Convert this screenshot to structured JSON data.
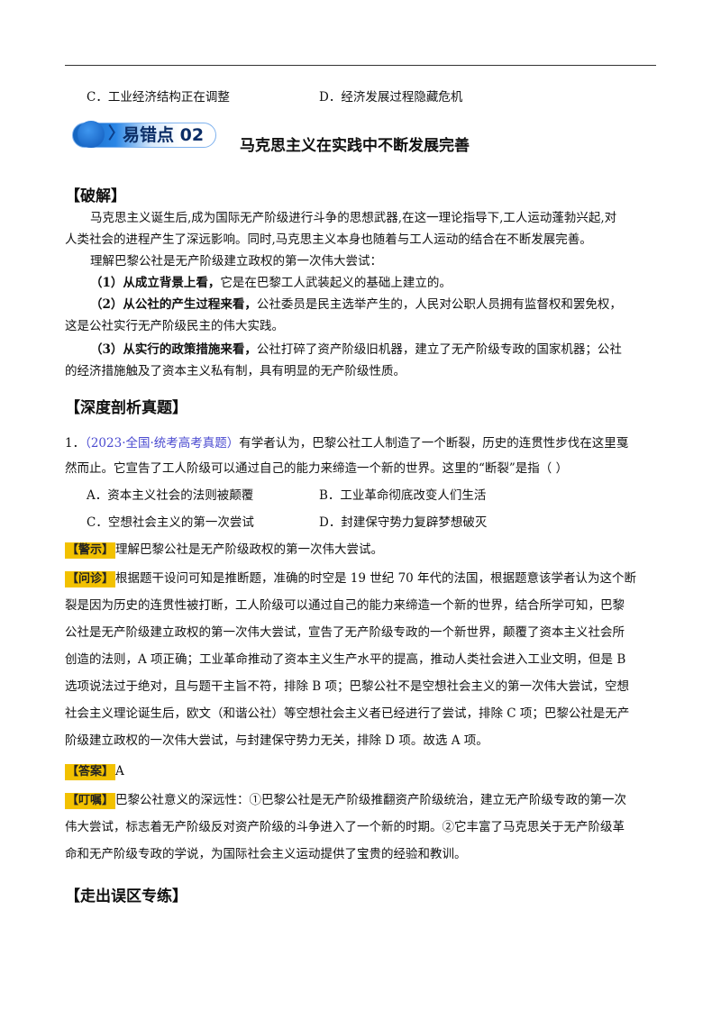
{
  "prev_options": {
    "c": "C．工业经济结构正在调整",
    "d": "D．经济发展过程隐藏危机"
  },
  "banner": {
    "label": "易错点 02",
    "chevron": "〉",
    "title": "马克思主义在实践中不断发展完善"
  },
  "pojie": {
    "heading": "【破解】",
    "lines": [
      "马克思主义诞生后,成为国际无产阶级进行斗争的思想武器,在这一理论指导下,工人运动蓬勃兴起,对",
      "人类社会的进程产生了深远影响。同时,马克思主义本身也随着与工人运动的结合在不断发展完善。",
      "理解巴黎公社是无产阶级建立政权的第一次伟大尝试："
    ],
    "points": [
      {
        "bold": "（1）从成立背景上看，",
        "text": "它是在巴黎工人武装起义的基础上建立的。"
      },
      {
        "bold": "（2）从公社的产生过程来看，",
        "text": "公社委员是民主选举产生的，人民对公职人员拥有监督权和罢免权，"
      },
      {
        "bold": "",
        "text": "这是公社实行无产阶级民主的伟大实践。"
      },
      {
        "bold": "（3）从实行的政策措施来看，",
        "text": "公社打碎了资产阶级旧机器，建立了无产阶级专政的国家机器；公社"
      },
      {
        "bold": "",
        "text": "的经济措施触及了资本主义私有制，具有明显的无产阶级性质。"
      }
    ]
  },
  "shendu": {
    "heading": "【深度剖析真题】",
    "q_num": "1．",
    "q_source": "（2023·全国·统考高考真题）",
    "q_line1": "有学者认为，巴黎公社工人制造了一个断裂，历史的连贯性步伐在这里戛",
    "q_line2": "然而止。它宣告了工人阶级可以通过自己的能力来缔造一个新的世界。这里的“断裂”是指（    ）",
    "options": {
      "a": "A．资本主义社会的法则被颠覆",
      "b": "B．工业革命彻底改变人们生活",
      "c": "C．空想社会主义的第一次尝试",
      "d": "D．封建保守势力复辟梦想破灭"
    },
    "jingshi_tag": "【警示】",
    "jingshi": "理解巴黎公社是无产阶级政权的第一次伟大尝试。",
    "wenzhen_tag": "【问诊】",
    "wenzhen_lines": [
      "根据题干设问可知是推断题，准确的时空是 19 世纪 70 年代的法国，根据题意该学者认为这个断",
      "裂是因为历史的连贯性被打断，工人阶级可以通过自己的能力来缔造一个新的世界，结合所学可知，巴黎",
      "公社是无产阶级建立政权的第一次伟大尝试，宣告了无产阶级专政的一个新世界，颠覆了资本主义社会所",
      "创造的法则，A 项正确；工业革命推动了资本主义生产水平的提高，推动人类社会进入工业文明，但是 B",
      "选项说法过于绝对，且与题干主旨不符，排除 B 项；巴黎公社不是空想社会主义的第一次伟大尝试，空想",
      "社会主义理论诞生后，欧文（和谐公社）等空想社会主义者已经进行了尝试，排除 C 项；巴黎公社是无产",
      "阶级建立政权的一次伟大尝试，与封建保守势力无关，排除 D 项。故选 A 项。"
    ],
    "daan_tag": "【答案】",
    "daan": "A",
    "dingzhu_tag": "【叮嘱】",
    "dingzhu_lines": [
      "巴黎公社意义的深远性：①巴黎公社是无产阶级推翻资产阶级统治，建立无产阶级专政的第一次",
      "伟大尝试，标志着无产阶级反对资产阶级的斗争进入了一个新的时期。②它丰富了马克思关于无产阶级革",
      "命和无产阶级专政的学说，为国际社会主义运动提供了宝贵的经验和教训。"
    ]
  },
  "zouchu": {
    "heading": "【走出误区专练】"
  }
}
